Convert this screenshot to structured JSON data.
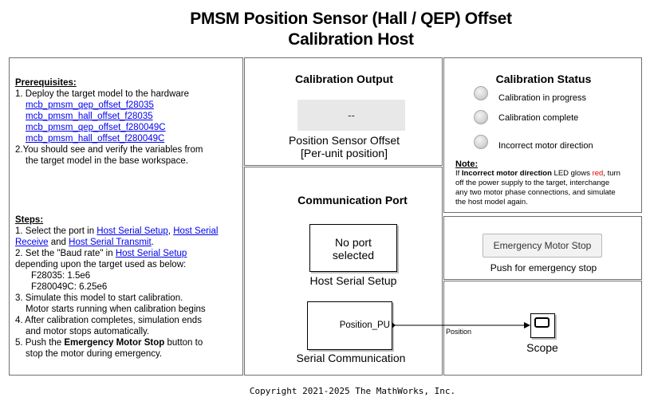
{
  "header": {
    "title_line1": "PMSM Position  Sensor (Hall / QEP) Offset",
    "title_line2": "Calibration Host"
  },
  "instructions": {
    "prereq_heading": "Prerequisites:",
    "prereq_step1": "1. Deploy the target model to the hardware",
    "links": [
      "mcb_pmsm_qep_offset_f28035",
      "mcb_pmsm_hall_offset_f28035",
      "mcb_pmsm_qep_offset_f280049C",
      "mcb_pmsm_hall_offset_f280049C"
    ],
    "prereq_step2_line1": "2.You should see and verify the variables from",
    "prereq_step2_line2": "the target model in the base workspace.",
    "steps_heading": "Steps:",
    "step1_a": "1. Select the port in ",
    "step1_link1": "Host Serial Setup",
    "step1_b": ", ",
    "step1_link2": "Host Serial",
    "step1_link2b": "Receive",
    "step1_c": " and ",
    "step1_link3": "Host Serial Transmit",
    "step1_d": ".",
    "step2_a": "2. Set the \"Baud rate\" in ",
    "step2_link": "Host Serial Setup",
    "step2_line2": "depending upon the target used as below:",
    "step2_f28035": "F28035: 1.5e6",
    "step2_f280049c": "F280049C: 6.25e6",
    "step3_line1": "3. Simulate this model to start calibration.",
    "step3_line2": "Motor starts running when calibration begins",
    "step4_line1": "4. After calibration completes, simulation ends",
    "step4_line2": "and motor stops automatically.",
    "step5_a": "5. Push the ",
    "step5_bold": "Emergency Motor Stop",
    "step5_b": " button to",
    "step5_line2": "stop the motor during emergency."
  },
  "output": {
    "heading": "Calibration Output",
    "display_value": "--",
    "label_line1": "Position Sensor Offset",
    "label_line2": "[Per-unit position]"
  },
  "status": {
    "heading": "Calibration Status",
    "leds": [
      "Calibration in progress",
      "Calibration complete",
      "Incorrect motor direction"
    ],
    "note_heading": "Note:",
    "note_a": "If ",
    "note_bold": "Incorrect motor direction",
    "note_b": " LED glows ",
    "note_red": "red",
    "note_c": ", turn",
    "note_line2": "off the power supply to the target, interchange",
    "note_line3": "any two motor phase connections, and simulate",
    "note_line4": "the host model again."
  },
  "communication": {
    "heading": "Communication Port",
    "setup_block_line1": "No port",
    "setup_block_line2": "selected",
    "setup_block_caption": "Host Serial Setup",
    "serial_port_label": "Position_PU",
    "serial_block_caption": "Serial Communication",
    "signal_label": "Position"
  },
  "emergency": {
    "button_label": "Emergency Motor Stop",
    "caption": "Push for emergency stop"
  },
  "scope": {
    "caption": "Scope"
  },
  "footer": {
    "copyright": "Copyright 2021-2025 The MathWorks, Inc."
  },
  "colors": {
    "link": "#0000ee",
    "warning": "#e00000",
    "display_bg": "#e8e8e8"
  }
}
